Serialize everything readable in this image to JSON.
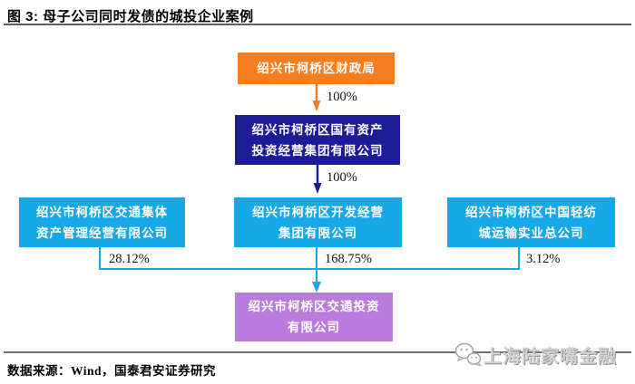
{
  "figure": {
    "title": "图 3:  母子公司同时发债的城投企业案例",
    "source_note": "数据来源：Wind，国泰君安证券研究"
  },
  "diagram": {
    "nodes": {
      "finance_bureau": {
        "label": "绍兴市柯桥区财政局",
        "color": "#F57E20"
      },
      "state_asset_group": {
        "label": "绍兴市柯桥区国有资产\n投资经营集团有限公司",
        "color": "#1C1C99"
      },
      "transport_collective": {
        "label": "绍兴市柯桥区交通集体\n资产管理经营有限公司",
        "color": "#17A8E8"
      },
      "development_group": {
        "label": "绍兴市柯桥区开发经营\n集团有限公司",
        "color": "#17A8E8"
      },
      "textile_city_transport": {
        "label": "绍兴市柯桥区中国轻纺\n城运输实业总公司",
        "color": "#17A8E8"
      },
      "transport_investment": {
        "label": "绍兴市柯桥区交通投资\n有限公司",
        "color": "#B97CDC"
      }
    },
    "ownership_labels": {
      "bureau_to_group": "100%",
      "group_to_development": "100%",
      "collective_to_investment": "28.12%",
      "development_to_investment": "168.75%",
      "textile_to_investment": "3.12%"
    },
    "connector_colors": {
      "orange": "#F57E20",
      "navy": "#1C1C99",
      "cyan": "#17A8E8"
    }
  },
  "watermark": {
    "text": "上海陆家嘴金融"
  }
}
